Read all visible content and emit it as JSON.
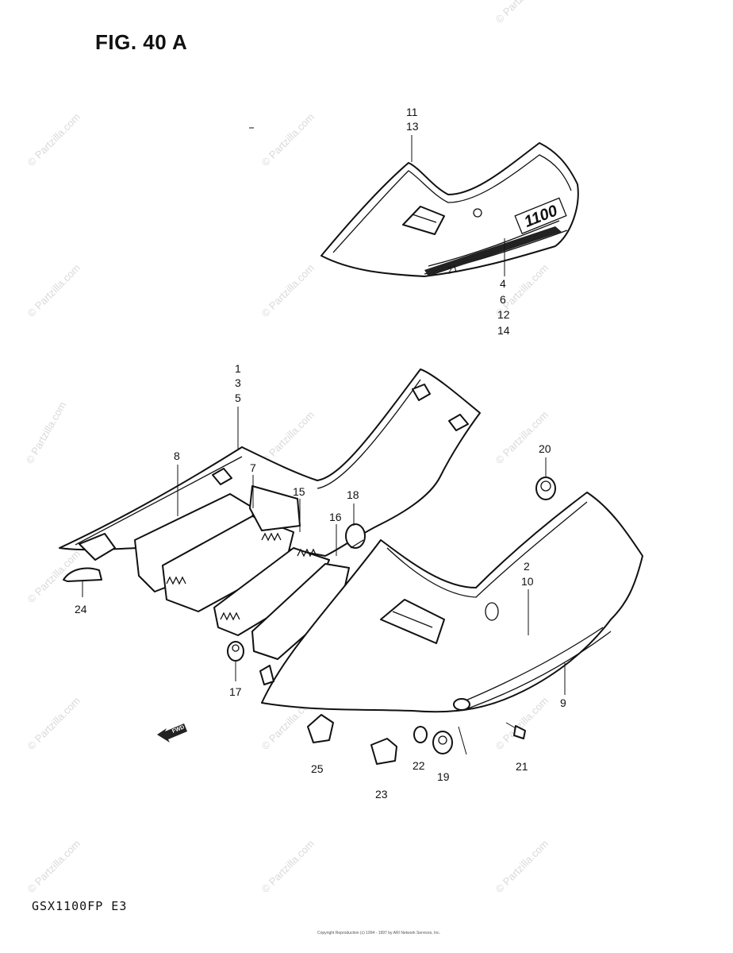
{
  "figure_title": "FIG. 40 A",
  "model_label": "GSX1100FP  E3",
  "copyright_text": "Copyright\nReproduction (c) 1994 - 1997 by ARI Network Services, Inc.",
  "watermark_text": "© Partzilla.com",
  "decal_text": "1100",
  "fwd_text": "FWD",
  "callouts": {
    "c11_13": [
      "11",
      "13"
    ],
    "c4_6_12_14": [
      "4",
      "6",
      "12",
      "14"
    ],
    "c1_3_5": [
      "1",
      "3",
      "5"
    ],
    "c8": "8",
    "c7": "7",
    "c15": "15",
    "c18": "18",
    "c16": "16",
    "c20": "20",
    "c2_10": [
      "2",
      "10"
    ],
    "c24": "24",
    "c17": "17",
    "c9": "9",
    "c25": "25",
    "c22": "22",
    "c19": "19",
    "c21": "21",
    "c23": "23"
  }
}
